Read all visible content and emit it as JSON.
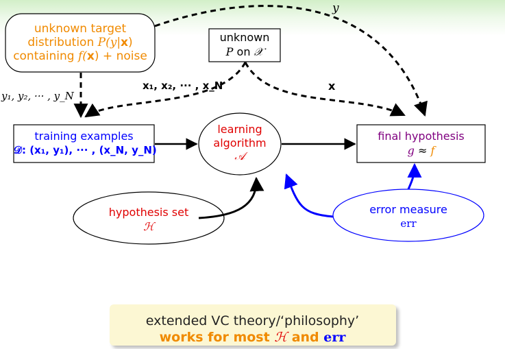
{
  "colors": {
    "orange": "#f08a00",
    "blue": "#0000ff",
    "red": "#e00000",
    "purple": "#800080",
    "callout_bg": "#fcf7d3"
  },
  "nodes": {
    "target": {
      "line1": "unknown target",
      "line2_a": "distribution ",
      "line2_math": "P(y|",
      "line2_bold": "x",
      "line2_close": ")",
      "line3_a": "containing ",
      "line3_math": "f(",
      "line3_bold": "x",
      "line3_b": ") + noise"
    },
    "input_dist": {
      "line1": "unknown",
      "line2_math": "P",
      "line2_b": " on ",
      "line2_script": "𝒳"
    },
    "training": {
      "line1": "training examples",
      "line2": "𝒟: (x₁, y₁), ··· , (x_N, y_N)"
    },
    "learning": {
      "line1": "learning",
      "line2": "algorithm",
      "line3": "𝒜"
    },
    "final": {
      "line1": "final hypothesis",
      "line2_g": "g",
      "line2_approx": " ≈ ",
      "line2_f": "f"
    },
    "hypothesis_set": {
      "line1": "hypothesis set",
      "line2": "ℋ"
    },
    "error_measure": {
      "line1": "error measure",
      "line2": "err"
    }
  },
  "edge_labels": {
    "y": "y",
    "y_list": "y₁, y₂, ··· , y_N",
    "x_list": "x₁, x₂, ··· , x_N",
    "x": "x"
  },
  "callout": {
    "line1": "extended VC theory/‘philosophy’",
    "line2_a": "works for most ",
    "line2_h": "ℋ",
    "line2_and": " and ",
    "line2_err": "err"
  }
}
